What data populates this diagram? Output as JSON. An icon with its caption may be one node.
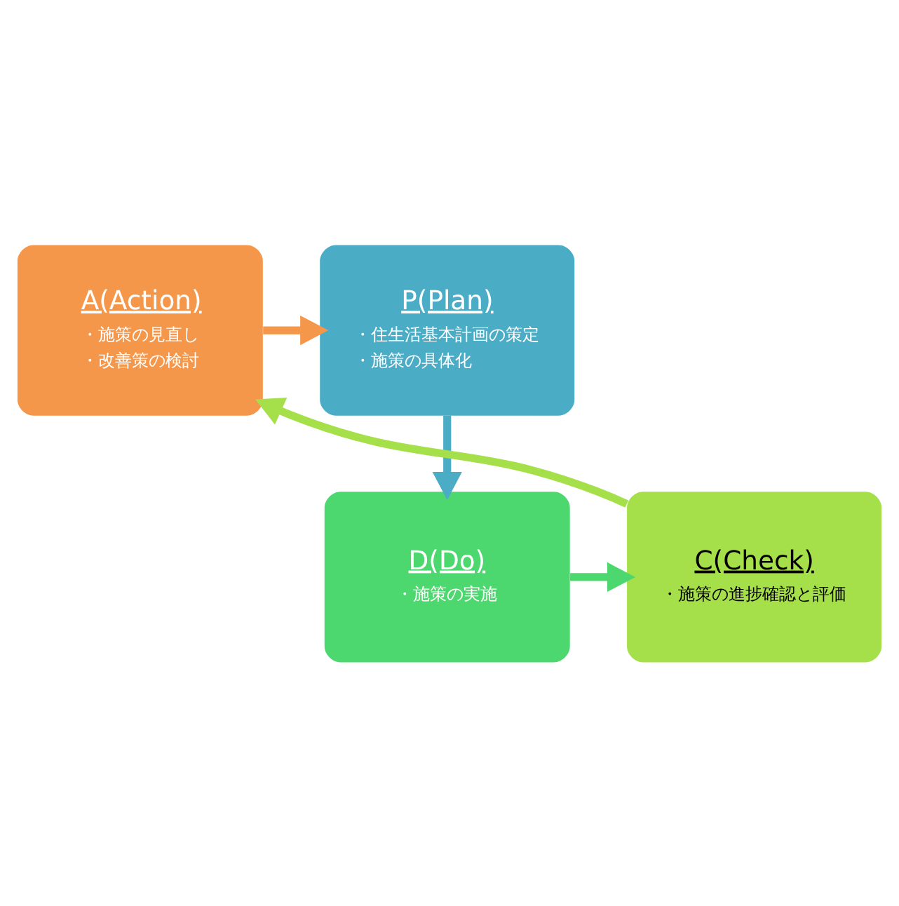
{
  "diagram": {
    "nodes": [
      {
        "text": [
          "A(Action)",
          "・施策の見直し",
          "・改善策の検討"
        ]
      },
      {
        "text": [
          "P(Plan)",
          "・住生活基本計画の策定",
          "・施策の具体化"
        ]
      },
      {
        "text": [
          "C(Check)",
          "・施策の進捗確認と評価"
        ]
      },
      {
        "text": [
          "D(Do)",
          "・施策の実施"
        ]
      }
    ],
    "edges": [
      {
        "from": 0,
        "to": 1,
        "arrow": "to",
        "color": "#f5974a"
      },
      {
        "from": 1,
        "to": 3,
        "arrow": "to",
        "color": "#4bacc6"
      },
      {
        "from": 3,
        "to": 2,
        "arrow": "to",
        "color": "#4cd86e"
      },
      {
        "from": 2,
        "to": 0,
        "arrow": "to",
        "color": "#a5e04a"
      }
    ]
  }
}
